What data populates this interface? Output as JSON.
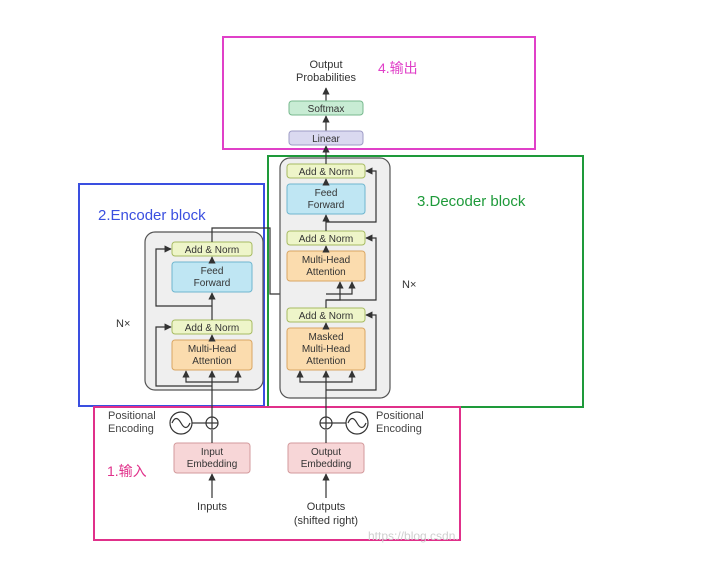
{
  "annotations": {
    "output": {
      "label": "4.输出",
      "color": "#e040c8"
    },
    "decoder": {
      "label": "3.Decoder block",
      "color": "#1e9a3a"
    },
    "encoder": {
      "label": "2.Encoder block",
      "color": "#3a4fe0"
    },
    "input": {
      "label": "1.输入",
      "color": "#e0308a"
    }
  },
  "diagram": {
    "output_probabilities": [
      "Output",
      "Probabilities"
    ],
    "softmax": "Softmax",
    "linear": "Linear",
    "add_norm": "Add & Norm",
    "feed_forward": [
      "Feed",
      "Forward"
    ],
    "multi_head_attention": [
      "Multi-Head",
      "Attention"
    ],
    "masked_multi_head_attention": [
      "Masked",
      "Multi-Head",
      "Attention"
    ],
    "nx": "N×",
    "positional_encoding": [
      "Positional",
      "Encoding"
    ],
    "input_embedding": [
      "Input",
      "Embedding"
    ],
    "output_embedding": [
      "Output",
      "Embedding"
    ],
    "inputs": "Inputs",
    "outputs": [
      "Outputs",
      "(shifted right)"
    ]
  },
  "watermark": "https://blog.csdn.",
  "colors": {
    "add_norm_fill": "#eef5c9",
    "add_norm_stroke": "#a7bb62",
    "feed_forward_fill": "#bfe6f3",
    "feed_forward_stroke": "#6fb6cf",
    "attention_fill": "#fbdcae",
    "attention_stroke": "#d9a663",
    "embedding_fill": "#f7d6d7",
    "embedding_stroke": "#d39a9c",
    "softmax_fill": "#c8ecd4",
    "softmax_stroke": "#77b98e",
    "linear_fill": "#dad9f0",
    "linear_stroke": "#9e9cc6",
    "stack_fill": "#efefef",
    "stack_stroke": "#555555"
  }
}
